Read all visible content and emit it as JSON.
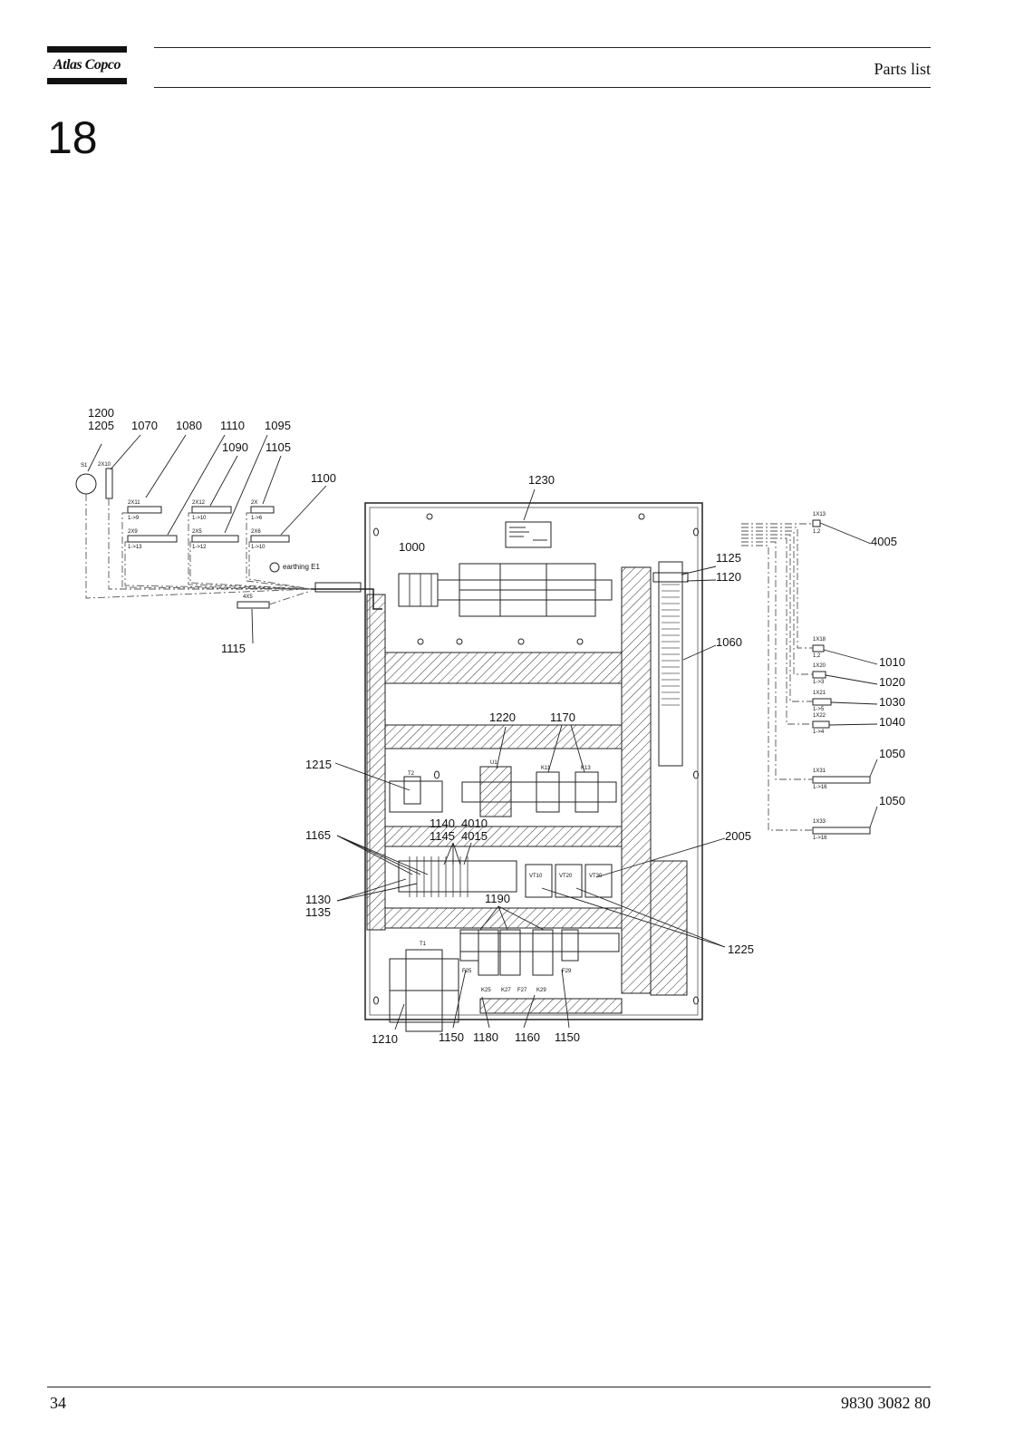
{
  "header": {
    "brand": "Atlas Copco",
    "title": "Parts list"
  },
  "chapter": "18",
  "footer": {
    "page_number": "34",
    "document_number": "9830 3082 80"
  },
  "diagram": {
    "callouts": {
      "c1200": "1200",
      "c1205": "1205",
      "c1070": "1070",
      "c1080": "1080",
      "c1110": "1110",
      "c1095": "1095",
      "c1090": "1090",
      "c1105": "1105",
      "c1100": "1100",
      "c1230": "1230",
      "c1000": "1000",
      "c1115": "1115",
      "c1125": "1125",
      "c1120": "1120",
      "c1060": "1060",
      "c4005": "4005",
      "c1010": "1010",
      "c1020": "1020",
      "c1030": "1030",
      "c1040": "1040",
      "c1050a": "1050",
      "c1050b": "1050",
      "c1220": "1220",
      "c1170": "1170",
      "c1215": "1215",
      "c1140": "1140",
      "c4010": "4010",
      "c1145": "1145",
      "c4015": "4015",
      "c1165": "1165",
      "c2005": "2005",
      "c1130": "1130",
      "c1135": "1135",
      "c1190": "1190",
      "c1225": "1225",
      "c1210": "1210",
      "c1150a": "1150",
      "c1180": "1180",
      "c1160": "1160",
      "c1150b": "1150"
    },
    "labels": {
      "s1": "S1",
      "x2x10": "2X10",
      "x2x11": "2X11",
      "x2x9": "2X9",
      "x2x12": "2X12",
      "x2x5": "2X5",
      "x2x": "2X",
      "x2x6": "2X6",
      "x4x5": "4X5",
      "earthing": "earthing E1",
      "x1x13": "1X13",
      "x1x18": "1X18",
      "x1x20": "1X20",
      "x1x21": "1X21",
      "x1x22": "1X22",
      "x1x31": "1X31",
      "x1x33": "1X33",
      "t1": "T1",
      "t2": "T2",
      "u1": "U1",
      "k11": "K11",
      "k13": "K13",
      "vt10": "VT10",
      "vt20": "VT20",
      "vt30": "VT30",
      "f25": "F25",
      "f29": "F29",
      "k25": "K25",
      "k27": "K27",
      "f27": "F27",
      "k29": "K29",
      "r2x11": "1->9",
      "r2x9": "1->13",
      "r2x12": "1->10",
      "r2x5": "1->12",
      "r2x": "1->6",
      "r2x6": "1->10",
      "r1x13": "1,2",
      "r1x18": "1,2",
      "r1x20": "1->3",
      "r1x21": "1->5",
      "r1x22": "1->4",
      "r1x31": "1->16",
      "r1x33": "1->16"
    }
  }
}
